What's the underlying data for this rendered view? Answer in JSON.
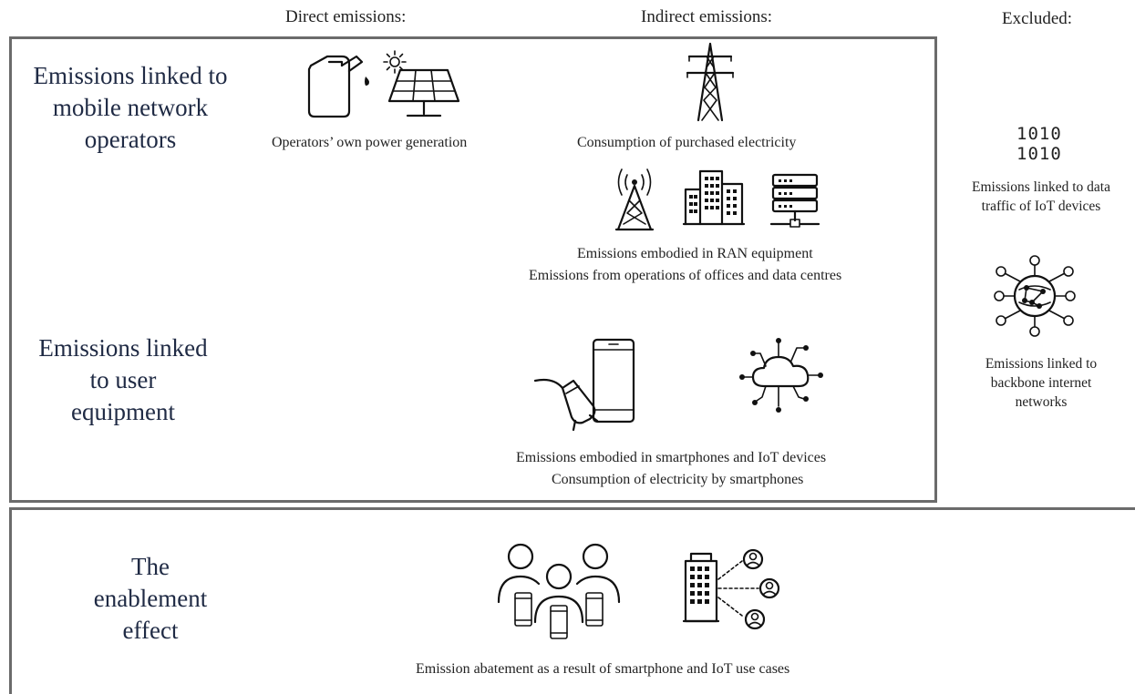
{
  "headers": {
    "direct": "Direct emissions:",
    "indirect": "Indirect emissions:",
    "excluded": "Excluded:"
  },
  "sections": {
    "operators_title": "Emissions linked to mobile network operators",
    "user_equipment_title": "Emissions linked to user equipment",
    "enablement_title": "The enablement effect"
  },
  "captions": {
    "own_power": "Operators’ own power generation",
    "purchased_electricity": "Consumption of purchased electricity",
    "ran_line1": "Emissions embodied in RAN equipment",
    "ran_line2": "Emissions from operations of offices and data centres",
    "devices_line1": "Emissions embodied in smartphones and IoT devices",
    "devices_line2": "Consumption of electricity by smartphones",
    "abatement": "Emission abatement as a result of smartphone and IoT use cases"
  },
  "excluded": {
    "binary_line1": "1010",
    "binary_line2": "1010",
    "data_traffic": "Emissions linked to data traffic of IoT devices",
    "backbone": "Emissions linked to backbone internet networks"
  },
  "icons": [
    "fuel-can-icon",
    "sun-icon",
    "solar-panel-icon",
    "pylon-icon",
    "antenna-tower-icon",
    "office-buildings-icon",
    "server-rack-icon",
    "smartphone-icon",
    "plug-icon",
    "cloud-network-icon",
    "globe-network-icon",
    "users-phones-icon",
    "building-people-icon"
  ]
}
